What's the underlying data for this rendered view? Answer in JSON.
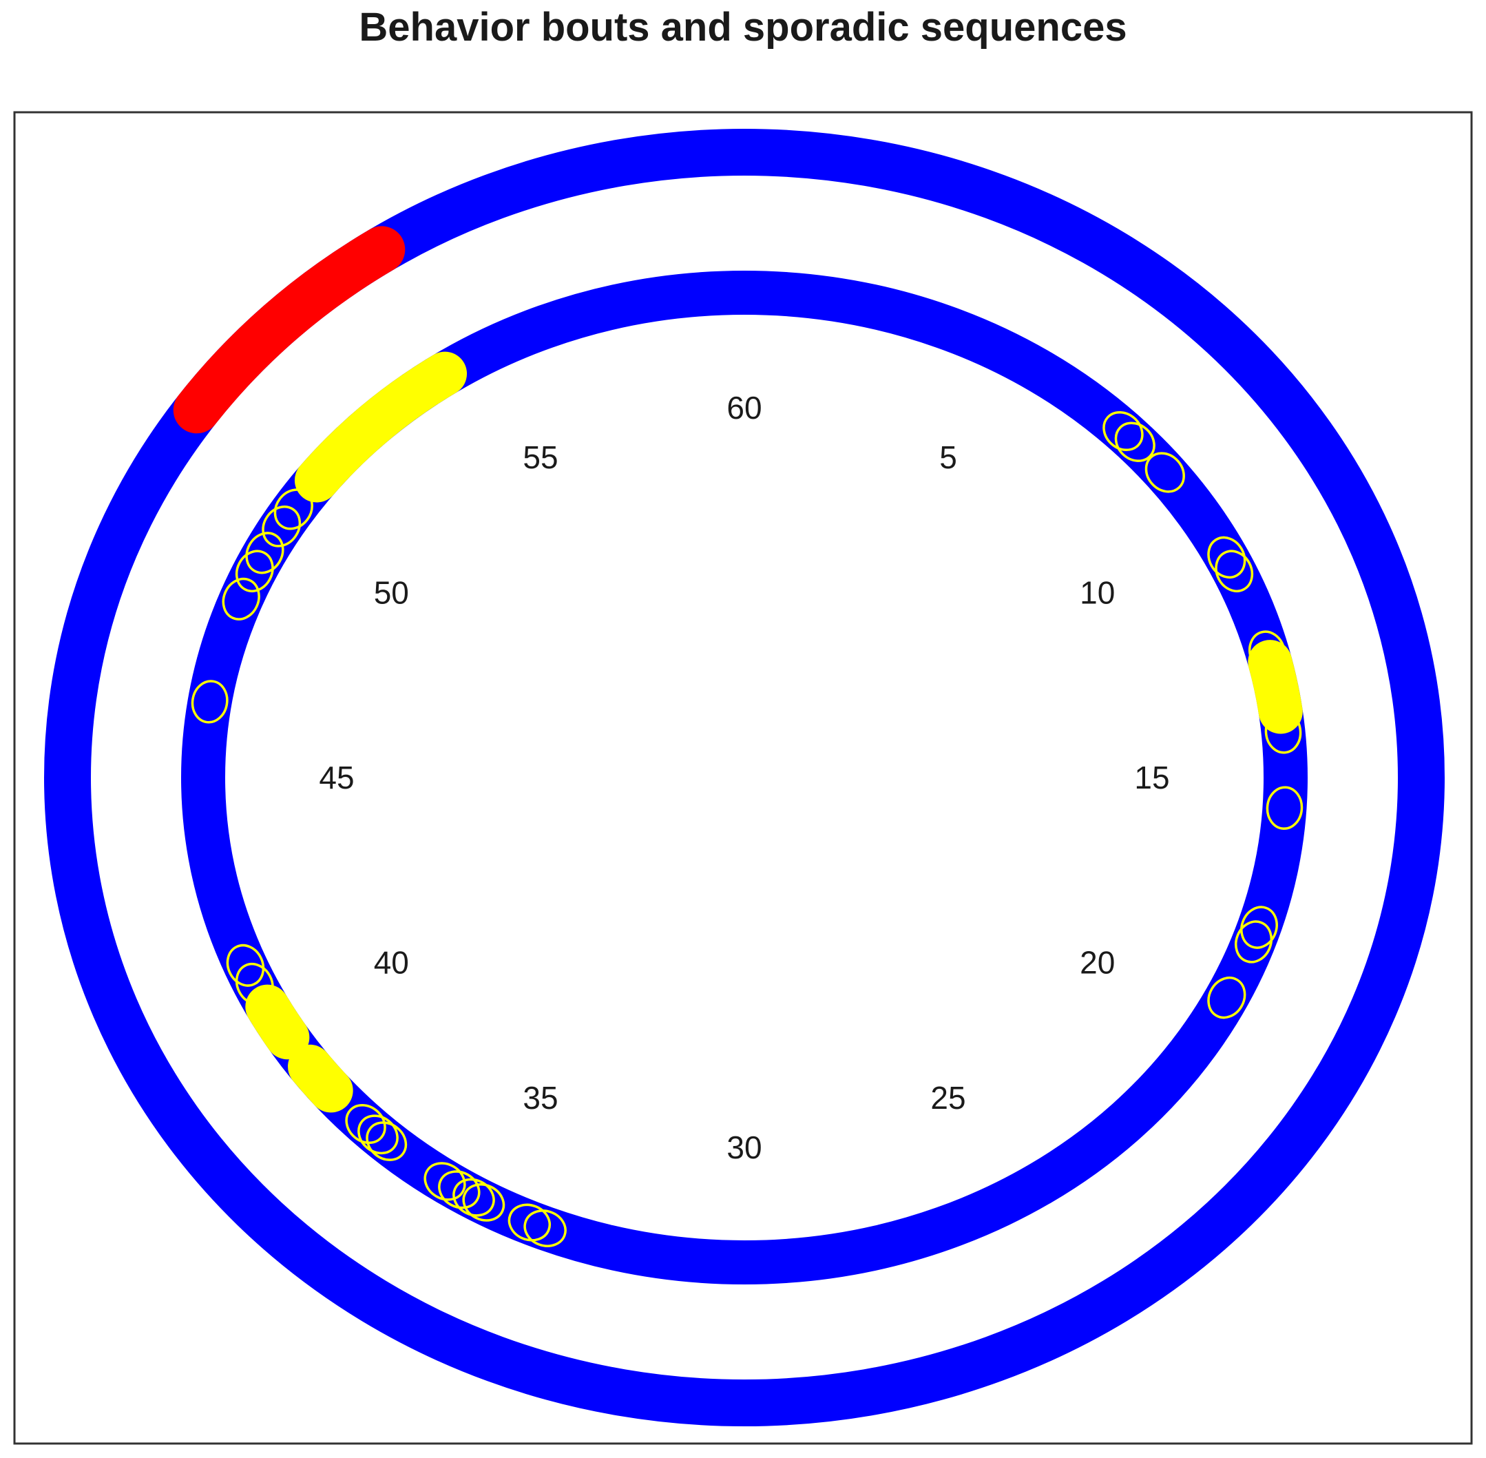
{
  "chart_data": {
    "type": "radial-timeline",
    "title": "Behavior bouts and sporadic sequences",
    "period": 60,
    "tick_labels": [
      "60",
      "5",
      "10",
      "15",
      "20",
      "25",
      "30",
      "35",
      "40",
      "45",
      "50",
      "55"
    ],
    "tick_values": [
      0,
      5,
      10,
      15,
      20,
      25,
      30,
      35,
      40,
      45,
      50,
      55
    ],
    "base_color": "#0000ff",
    "rings": [
      {
        "ring": "outer",
        "segments": [
          {
            "start": 51.0,
            "end": 54.6,
            "color": "#ff0000"
          }
        ],
        "events": []
      },
      {
        "ring": "inner",
        "segments": [
          {
            "start": 51.3,
            "end": 54.4,
            "color": "#ffff00"
          },
          {
            "start": 12.7,
            "end": 13.7,
            "color": "#ffff00"
          },
          {
            "start": 39.6,
            "end": 40.3,
            "color": "#ffff00"
          },
          {
            "start": 38.3,
            "end": 38.9,
            "color": "#ffff00"
          }
        ],
        "events": [
          {
            "t": 7.4,
            "color": "#ffff00"
          },
          {
            "t": 7.7,
            "color": "#ffff00"
          },
          {
            "t": 8.5,
            "color": "#ffff00"
          },
          {
            "t": 10.5,
            "color": "#ffff00"
          },
          {
            "t": 10.8,
            "color": "#ffff00"
          },
          {
            "t": 12.5,
            "color": "#ffff00"
          },
          {
            "t": 12.8,
            "color": "#ffff00"
          },
          {
            "t": 13.2,
            "color": "#ffff00"
          },
          {
            "t": 13.6,
            "color": "#ffff00"
          },
          {
            "t": 14.1,
            "color": "#ffff00"
          },
          {
            "t": 15.6,
            "color": "#ffff00"
          },
          {
            "t": 18.0,
            "color": "#ffff00"
          },
          {
            "t": 18.3,
            "color": "#ffff00"
          },
          {
            "t": 19.5,
            "color": "#ffff00"
          },
          {
            "t": 33.6,
            "color": "#ffff00"
          },
          {
            "t": 33.9,
            "color": "#ffff00"
          },
          {
            "t": 34.8,
            "color": "#ffff00"
          },
          {
            "t": 35.0,
            "color": "#ffff00"
          },
          {
            "t": 35.3,
            "color": "#ffff00"
          },
          {
            "t": 35.6,
            "color": "#ffff00"
          },
          {
            "t": 36.9,
            "color": "#ffff00"
          },
          {
            "t": 37.1,
            "color": "#ffff00"
          },
          {
            "t": 37.4,
            "color": "#ffff00"
          },
          {
            "t": 40.8,
            "color": "#ffff00"
          },
          {
            "t": 41.2,
            "color": "#ffff00"
          },
          {
            "t": 46.5,
            "color": "#ffff00"
          },
          {
            "t": 48.6,
            "color": "#ffff00"
          },
          {
            "t": 49.2,
            "color": "#ffff00"
          },
          {
            "t": 49.6,
            "color": "#ffff00"
          },
          {
            "t": 50.2,
            "color": "#ffff00"
          },
          {
            "t": 50.6,
            "color": "#ffff00"
          }
        ]
      }
    ]
  }
}
